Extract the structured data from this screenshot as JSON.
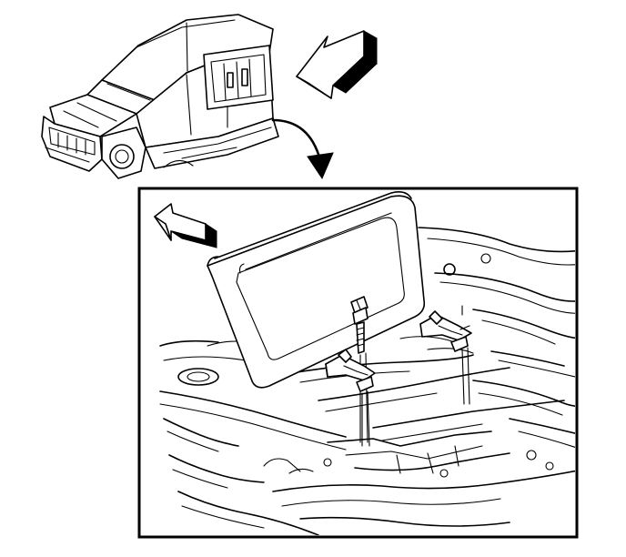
{
  "figure": {
    "colors": {
      "line": "#000000",
      "background": "#ffffff"
    },
    "parts": [
      "vehicle-body-overview-icon",
      "view-direction-arrow-icon",
      "detail-callout-arrow-icon",
      "front-direction-arrow-icon",
      "rear-seat-cushion",
      "retaining-bolt-icon",
      "seat-bracket-left",
      "seat-bracket-right",
      "floor-pan"
    ]
  }
}
